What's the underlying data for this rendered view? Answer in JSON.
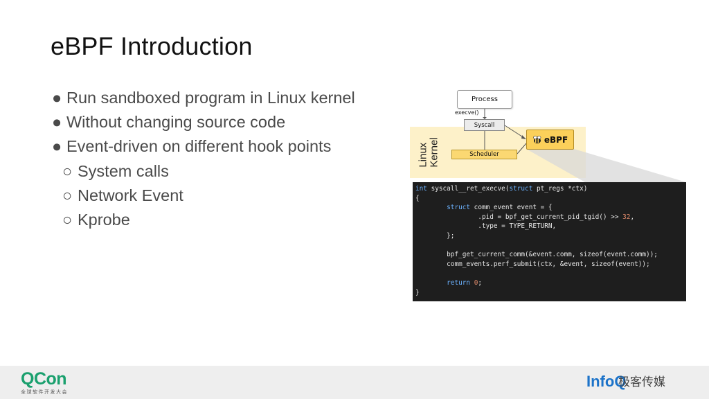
{
  "slide": {
    "title": "eBPF Introduction",
    "bullets": [
      {
        "mark": "●",
        "text": "Run sandboxed program in Linux kernel"
      },
      {
        "mark": "●",
        "text": "Without changing source code"
      },
      {
        "mark": "●",
        "text": "Event-driven on different hook points"
      },
      {
        "mark": "○",
        "text": "System calls"
      },
      {
        "mark": "○",
        "text": "Network Event"
      },
      {
        "mark": "○",
        "text": "Kprobe"
      }
    ]
  },
  "diagram": {
    "process_label": "Process",
    "execve_label": "execve()",
    "syscall_label": "Syscall",
    "scheduler_label": "Scheduler",
    "ebpf_label": "eBPF",
    "kernel_label_line1": "Linux",
    "kernel_label_line2": "Kernel",
    "band_color": "#fdf1c9",
    "ebpf_color": "#fbd05a"
  },
  "code": {
    "l1_kw": "int",
    "l1_rest": " syscall__ret_execve(",
    "l1_kw2": "struct",
    "l1_rest2": " pt_regs *ctx)",
    "l2": "{",
    "l3_kw": "        struct",
    "l3_rest": " comm_event event = {",
    "l4_a": "                .pid = bpf_get_current_pid_tgid() >> ",
    "l4_num": "32",
    "l4_b": ",",
    "l5": "                .type = TYPE_RETURN,",
    "l6": "        };",
    "l7": "",
    "l8": "        bpf_get_current_comm(&event.comm, sizeof(event.comm));",
    "l9": "        comm_events.perf_submit(ctx, &event, sizeof(event));",
    "l10": "",
    "l11_kw": "        return",
    "l11_sp": " ",
    "l11_num": "0",
    "l11_end": ";",
    "l12": "}"
  },
  "footer": {
    "qcon": "QCon",
    "qcon_sub": "全球软件开发大会",
    "infoq": "InfoQ",
    "infoq_cn": "极客传媒",
    "qcon_color": "#1aa06e",
    "infoq_color": "#1c73c9"
  }
}
